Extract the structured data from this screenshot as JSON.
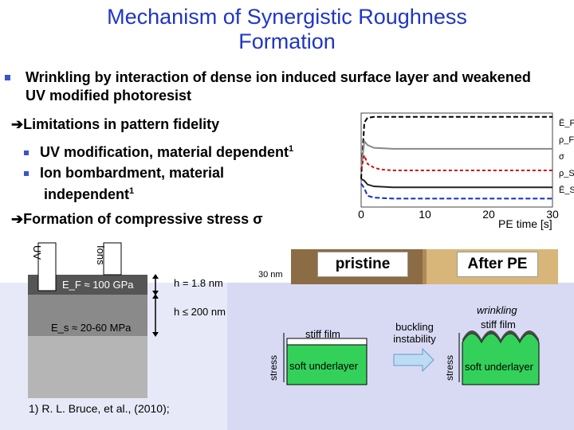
{
  "title_line1": "Mechanism of Synergistic Roughness",
  "title_line2": "Formation",
  "bullet_main": "Wrinkling by interaction of dense ion induced surface layer and weakened UV modified photoresist",
  "arrow1": "Limitations in pattern fidelity",
  "sub1": "UV modification, material dependent",
  "sub1_sup": "1",
  "sub2_line1": "Ion bombardment, material",
  "sub2_line2": "independent",
  "sub2_sup": "1",
  "arrow2": "Formation of compressive stress σ",
  "chart_data": {
    "type": "line",
    "xlabel": "PE time [s]",
    "xticks": [
      "0",
      "10",
      "20",
      "30"
    ],
    "xlim": [
      0,
      30
    ],
    "ylim": [
      0,
      1
    ],
    "series": [
      {
        "name": "Ē_F",
        "color": "#000000",
        "dash": "6,3",
        "x": [
          0,
          0.5,
          1,
          2,
          3,
          5,
          10,
          20,
          30
        ],
        "y": [
          0.3,
          0.9,
          0.95,
          0.96,
          0.96,
          0.96,
          0.96,
          0.96,
          0.96
        ]
      },
      {
        "name": "ρ_F",
        "color": "#888888",
        "dash": "",
        "x": [
          0,
          0.5,
          1,
          2,
          5,
          10,
          20,
          30
        ],
        "y": [
          0.4,
          0.7,
          0.66,
          0.63,
          0.62,
          0.62,
          0.62,
          0.62
        ]
      },
      {
        "name": "σ",
        "color": "#cc1010",
        "dash": "4,3",
        "x": [
          0,
          0.5,
          1,
          2,
          3,
          5,
          10,
          20,
          30
        ],
        "y": [
          0.4,
          0.55,
          0.46,
          0.42,
          0.4,
          0.39,
          0.39,
          0.39,
          0.39
        ]
      },
      {
        "name": "ρ_S",
        "color": "#222222",
        "dash": "",
        "x": [
          0,
          0.5,
          1,
          2,
          5,
          10,
          20,
          30
        ],
        "y": [
          0.3,
          0.28,
          0.24,
          0.22,
          0.21,
          0.21,
          0.21,
          0.21
        ]
      },
      {
        "name": "Ē_S",
        "color": "#1030c0",
        "dash": "6,3",
        "x": [
          0,
          0.5,
          1,
          2,
          5,
          10,
          20,
          30
        ],
        "y": [
          0.25,
          0.2,
          0.12,
          0.1,
          0.09,
          0.09,
          0.09,
          0.09
        ]
      }
    ]
  },
  "legend_labels": [
    "Ē_F",
    "ρ_F",
    "σ",
    "ρ_S",
    "Ē_S"
  ],
  "diagram": {
    "uv": "UV",
    "ions": "Ions",
    "ef": "E_F ≈ 100 GPa",
    "es": "E_s ≈ 20-60 MPa",
    "h1": "h = 1.8 nm",
    "h2": "h ≤ 200 nm",
    "scale": "30 nm",
    "pristine": "pristine",
    "after": "After PE",
    "stiff_film": "stiff film",
    "soft_underlayer": "soft underlayer",
    "buckling": "buckling instability",
    "wrinkling": "wrinkling",
    "stiff_film2": "stiff film",
    "soft_underlayer2": "soft underlayer",
    "stress": "stress",
    "stress2": "stress"
  },
  "reference": "1) R. L. Bruce, et al., (2010);"
}
